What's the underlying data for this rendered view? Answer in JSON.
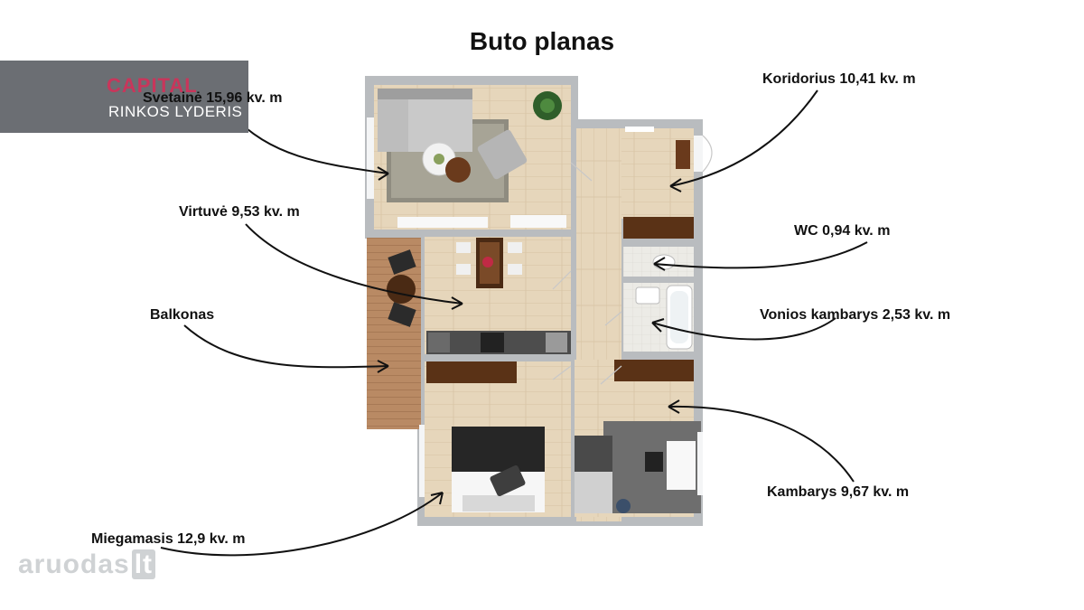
{
  "title": "Buto planas",
  "logo": {
    "brand": "CAPITAL",
    "subtitle": "RINKOS LYDERIS"
  },
  "rooms": [
    {
      "id": "svetaine",
      "label": "Svetainė 15,96 kv. m"
    },
    {
      "id": "virtuve",
      "label": "Virtuvė 9,53 kv. m"
    },
    {
      "id": "balkonas",
      "label": "Balkonas"
    },
    {
      "id": "miegamasis",
      "label": "Miegamasis 12,9 kv. m"
    },
    {
      "id": "koridorius",
      "label": "Koridorius 10,41 kv. m"
    },
    {
      "id": "wc",
      "label": "WC 0,94 kv. m"
    },
    {
      "id": "vonios",
      "label": "Vonios kambarys 2,53 kv. m"
    },
    {
      "id": "kambarys",
      "label": "Kambarys 9,67 kv. m"
    }
  ],
  "watermark": {
    "text": "aruodas",
    "suffix": "lt"
  },
  "colors": {
    "wall": "#b9bcbf",
    "floor": "#e3d2b6",
    "furniture_dark": "#5a3216",
    "rug": "#8f8c80",
    "logo_bg": "#6b6e73",
    "logo_accent": "#c8365b"
  }
}
